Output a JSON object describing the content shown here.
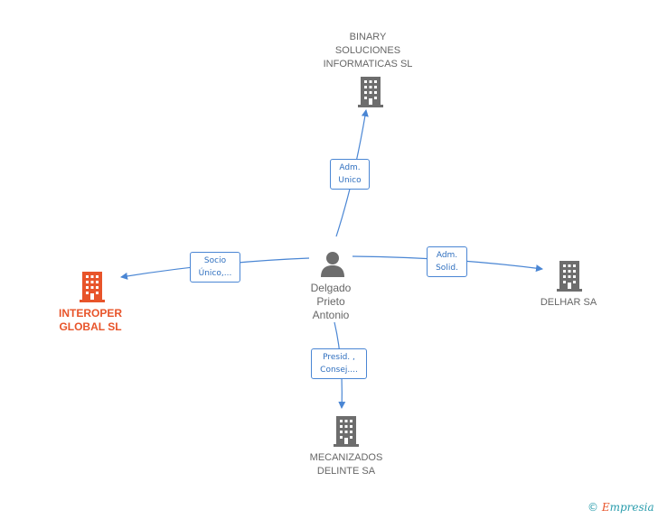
{
  "person": {
    "name_lines": [
      "Delgado",
      "Prieto",
      "Antonio"
    ],
    "icon": "person-icon"
  },
  "companies": {
    "binary": {
      "lines": [
        "BINARY",
        "SOLUCIONES",
        "INFORMATICAS SL"
      ],
      "icon": "building-icon"
    },
    "interoper": {
      "lines": [
        "INTEROPER",
        "GLOBAL SL"
      ],
      "icon": "building-icon"
    },
    "delhar": {
      "lines": [
        "DELHAR SA"
      ],
      "icon": "building-icon"
    },
    "mecanizados": {
      "lines": [
        "MECANIZADOS",
        "DELINTE SA"
      ],
      "icon": "building-icon"
    }
  },
  "relations": {
    "binary": [
      "Adm.",
      "Unico"
    ],
    "interoper": [
      "Socio",
      "Único,..."
    ],
    "delhar": [
      "Adm.",
      "Solid."
    ],
    "mecanizados": [
      "Presid. ,",
      "Consej...."
    ]
  },
  "colors": {
    "edge": "#4a86d4",
    "icon_gray": "#6d6d6d",
    "main_company": "#e8542a",
    "text": "#666666"
  },
  "footer": {
    "copyright": "©",
    "brand_first": "E",
    "brand_rest": "mpresia"
  }
}
